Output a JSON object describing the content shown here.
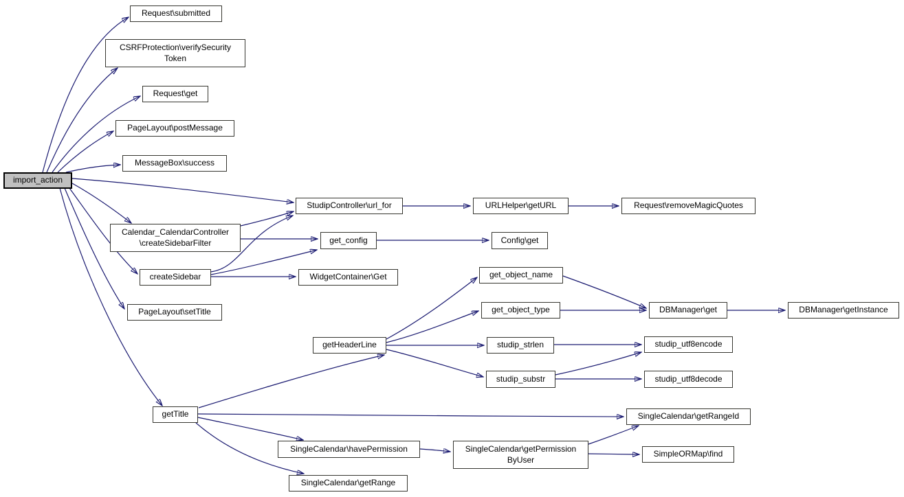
{
  "diagram": {
    "type": "call-graph",
    "root": "import_action",
    "colors": {
      "edge": "#191970",
      "node_border": "#35352f",
      "node_fill": "#ffffff",
      "root_fill": "#c0c0c0",
      "background": "#ffffff"
    },
    "nodes": [
      {
        "id": "import_action",
        "label": "import_action"
      },
      {
        "id": "Request\\submitted",
        "label": "Request\\submitted"
      },
      {
        "id": "CSRFProtection\\verifySecurityToken",
        "label": "CSRFProtection\\verifySecurity\nToken"
      },
      {
        "id": "Request\\get",
        "label": "Request\\get"
      },
      {
        "id": "PageLayout\\postMessage",
        "label": "PageLayout\\postMessage"
      },
      {
        "id": "MessageBox\\success",
        "label": "MessageBox\\success"
      },
      {
        "id": "StudipController\\url_for",
        "label": "StudipController\\url_for"
      },
      {
        "id": "URLHelper\\getURL",
        "label": "URLHelper\\getURL"
      },
      {
        "id": "Request\\removeMagicQuotes",
        "label": "Request\\removeMagicQuotes"
      },
      {
        "id": "Calendar_CalendarController\\createSidebarFilter",
        "label": "Calendar_CalendarController\n\\createSidebarFilter"
      },
      {
        "id": "get_config",
        "label": "get_config"
      },
      {
        "id": "Config\\get",
        "label": "Config\\get"
      },
      {
        "id": "createSidebar",
        "label": "createSidebar"
      },
      {
        "id": "WidgetContainer\\Get",
        "label": "WidgetContainer\\Get"
      },
      {
        "id": "get_object_name",
        "label": "get_object_name"
      },
      {
        "id": "PageLayout\\setTitle",
        "label": "PageLayout\\setTitle"
      },
      {
        "id": "get_object_type",
        "label": "get_object_type"
      },
      {
        "id": "DBManager\\get",
        "label": "DBManager\\get"
      },
      {
        "id": "DBManager\\getInstance",
        "label": "DBManager\\getInstance"
      },
      {
        "id": "getHeaderLine",
        "label": "getHeaderLine"
      },
      {
        "id": "studip_strlen",
        "label": "studip_strlen"
      },
      {
        "id": "studip_utf8encode",
        "label": "studip_utf8encode"
      },
      {
        "id": "studip_substr",
        "label": "studip_substr"
      },
      {
        "id": "studip_utf8decode",
        "label": "studip_utf8decode"
      },
      {
        "id": "getTitle",
        "label": "getTitle"
      },
      {
        "id": "SingleCalendar\\getRangeId",
        "label": "SingleCalendar\\getRangeId"
      },
      {
        "id": "SingleCalendar\\havePermission",
        "label": "SingleCalendar\\havePermission"
      },
      {
        "id": "SingleCalendar\\getPermissionByUser",
        "label": "SingleCalendar\\getPermission\nByUser"
      },
      {
        "id": "SimpleORMap\\find",
        "label": "SimpleORMap\\find"
      },
      {
        "id": "SingleCalendar\\getRange",
        "label": "SingleCalendar\\getRange"
      }
    ],
    "edges": [
      {
        "from": "import_action",
        "to": "Request\\submitted"
      },
      {
        "from": "import_action",
        "to": "CSRFProtection\\verifySecurityToken"
      },
      {
        "from": "import_action",
        "to": "Request\\get"
      },
      {
        "from": "import_action",
        "to": "PageLayout\\postMessage"
      },
      {
        "from": "import_action",
        "to": "MessageBox\\success"
      },
      {
        "from": "import_action",
        "to": "StudipController\\url_for"
      },
      {
        "from": "import_action",
        "to": "Calendar_CalendarController\\createSidebarFilter"
      },
      {
        "from": "import_action",
        "to": "createSidebar"
      },
      {
        "from": "import_action",
        "to": "PageLayout\\setTitle"
      },
      {
        "from": "import_action",
        "to": "getTitle"
      },
      {
        "from": "StudipController\\url_for",
        "to": "URLHelper\\getURL"
      },
      {
        "from": "URLHelper\\getURL",
        "to": "Request\\removeMagicQuotes"
      },
      {
        "from": "Calendar_CalendarController\\createSidebarFilter",
        "to": "StudipController\\url_for"
      },
      {
        "from": "Calendar_CalendarController\\createSidebarFilter",
        "to": "get_config"
      },
      {
        "from": "get_config",
        "to": "Config\\get"
      },
      {
        "from": "createSidebar",
        "to": "StudipController\\url_for"
      },
      {
        "from": "createSidebar",
        "to": "get_config"
      },
      {
        "from": "createSidebar",
        "to": "WidgetContainer\\Get"
      },
      {
        "from": "getHeaderLine",
        "to": "get_object_name"
      },
      {
        "from": "getHeaderLine",
        "to": "get_object_type"
      },
      {
        "from": "getHeaderLine",
        "to": "studip_strlen"
      },
      {
        "from": "getHeaderLine",
        "to": "studip_substr"
      },
      {
        "from": "get_object_name",
        "to": "DBManager\\get"
      },
      {
        "from": "get_object_type",
        "to": "DBManager\\get"
      },
      {
        "from": "DBManager\\get",
        "to": "DBManager\\getInstance"
      },
      {
        "from": "studip_strlen",
        "to": "studip_utf8encode"
      },
      {
        "from": "studip_substr",
        "to": "studip_utf8encode"
      },
      {
        "from": "studip_substr",
        "to": "studip_utf8decode"
      },
      {
        "from": "getTitle",
        "to": "getHeaderLine"
      },
      {
        "from": "getTitle",
        "to": "SingleCalendar\\getRangeId"
      },
      {
        "from": "getTitle",
        "to": "SingleCalendar\\havePermission"
      },
      {
        "from": "getTitle",
        "to": "SingleCalendar\\getRange"
      },
      {
        "from": "SingleCalendar\\havePermission",
        "to": "SingleCalendar\\getPermissionByUser"
      },
      {
        "from": "SingleCalendar\\getPermissionByUser",
        "to": "SingleCalendar\\getRangeId"
      },
      {
        "from": "SingleCalendar\\getPermissionByUser",
        "to": "SimpleORMap\\find"
      }
    ]
  }
}
